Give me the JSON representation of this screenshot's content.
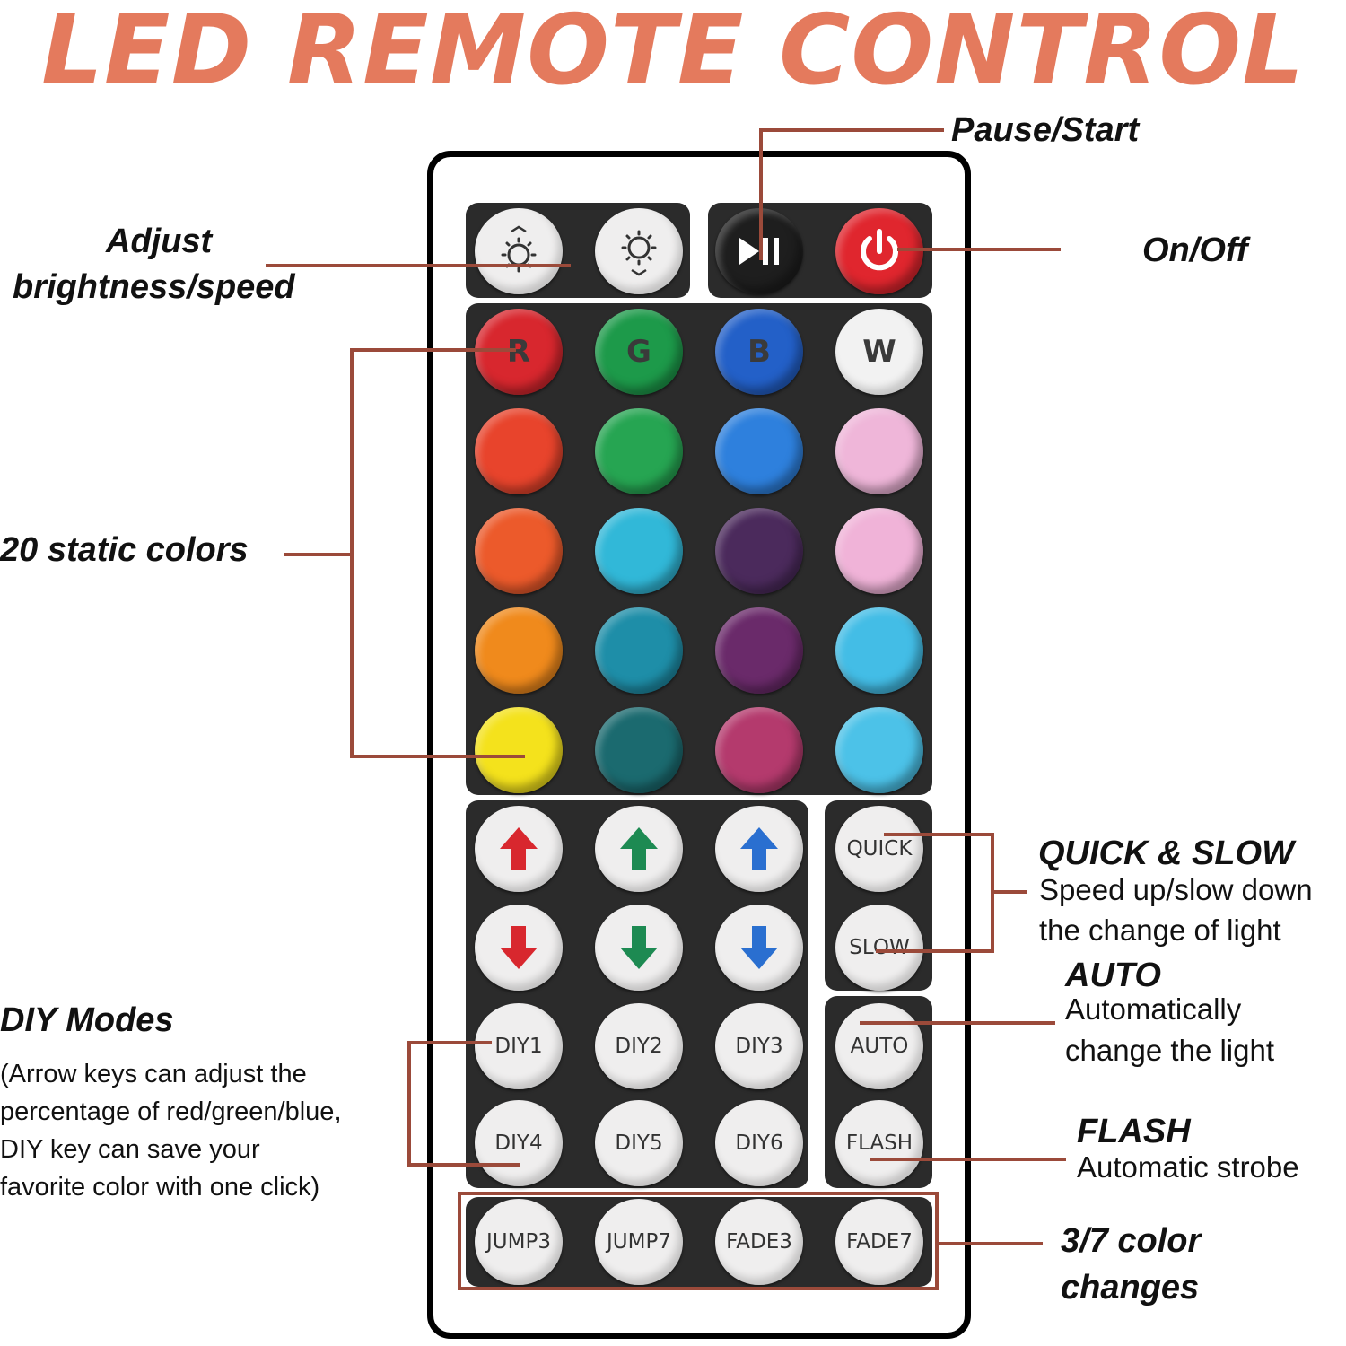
{
  "title": "LED REMOTE CONTROL",
  "colors": {
    "accent": "#e47a5d",
    "annotation_line": "#9b4a3a",
    "panel": "#2b2b2b"
  },
  "top_row": {
    "brightness_up_icon": "sun-up-icon",
    "brightness_down_icon": "sun-down-icon",
    "play_pause_icon": "play-pause-icon",
    "power_icon": "power-icon"
  },
  "color_grid": {
    "row1": [
      {
        "letter": "R",
        "color": "#d8272e"
      },
      {
        "letter": "G",
        "color": "#1d9a4a"
      },
      {
        "letter": "B",
        "color": "#2360c8"
      },
      {
        "letter": "W",
        "color": "#f2f2f2"
      }
    ],
    "rows": [
      [
        "#e8442c",
        "#26a552",
        "#2e80dd",
        "#efb6d9"
      ],
      [
        "#ec5a2b",
        "#31b8d8",
        "#4b2a5c",
        "#f0b3d8"
      ],
      [
        "#f08a1c",
        "#1e8ea8",
        "#6a2a6a",
        "#43bde6"
      ],
      [
        "#f4e21c",
        "#1b6a6f",
        "#b43a6d",
        "#4cc2e8"
      ]
    ]
  },
  "arrow_keys": [
    {
      "direction": "up",
      "color": "#d8272e"
    },
    {
      "direction": "up",
      "color": "#1d8a52"
    },
    {
      "direction": "up",
      "color": "#2a6fd0"
    },
    {
      "direction": "down",
      "color": "#d8272e"
    },
    {
      "direction": "down",
      "color": "#1d8a52"
    },
    {
      "direction": "down",
      "color": "#2a6fd0"
    }
  ],
  "buttons": {
    "quick": "QUICK",
    "slow": "SLOW",
    "diy1": "DIY1",
    "diy2": "DIY2",
    "diy3": "DIY3",
    "diy4": "DIY4",
    "diy5": "DIY5",
    "diy6": "DIY6",
    "auto": "AUTO",
    "flash": "FLASH",
    "jump3": "JUMP3",
    "jump7": "JUMP7",
    "fade3": "FADE3",
    "fade7": "FADE7"
  },
  "annotations": {
    "pause_start": "Pause/Start",
    "adjust_line1": "Adjust",
    "adjust_line2": "brightness/speed",
    "on_off": "On/Off",
    "static_colors": "20 static colors",
    "quick_slow_title": "QUICK & SLOW",
    "quick_slow_line1": "Speed up/slow down",
    "quick_slow_line2": "the change of light",
    "auto_title": "AUTO",
    "auto_line1": "Automatically",
    "auto_line2": "change the light",
    "diy_title": "DIY Modes",
    "diy_line1": "(Arrow keys can adjust the",
    "diy_line2": "percentage of red/green/blue,",
    "diy_line3": "DIY key can save your",
    "diy_line4": "favorite color with one click)",
    "flash_title": "FLASH",
    "flash_line1": "Automatic strobe",
    "color_changes_line1": "3/7 color",
    "color_changes_line2": "changes"
  }
}
